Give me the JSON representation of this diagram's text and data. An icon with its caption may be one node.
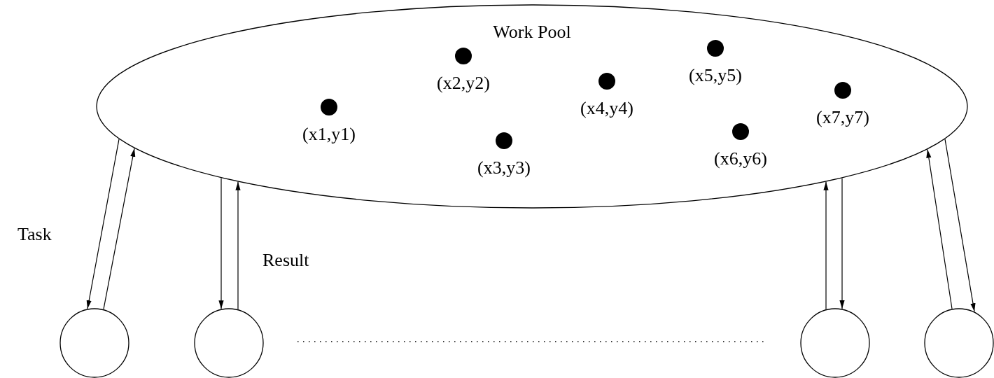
{
  "diagram": {
    "nodes": [
      {
        "text": [
          "Work Pool"
        ]
      },
      {
        "text": [
          "(x1,y1)"
        ],
        "in": 0
      },
      {
        "text": [
          "(x2,y2)"
        ],
        "in": 0
      },
      {
        "text": [
          "(x3,y3)"
        ],
        "in": 0
      },
      {
        "text": [
          "(x4,y4)"
        ],
        "in": 0
      },
      {
        "text": [
          "(x5,y5)"
        ],
        "in": 0
      },
      {
        "text": [
          "(x6,y6)"
        ],
        "in": 0
      },
      {
        "text": [
          "(x7,y7)"
        ],
        "in": 0
      },
      {
        "text": [],
        "shape": "circle"
      },
      {
        "text": [],
        "shape": "circle"
      },
      {
        "text": [],
        "shape": "circle"
      },
      {
        "text": [],
        "shape": "circle"
      }
    ],
    "edges": [
      {
        "from": 0,
        "to": 8,
        "arrow": "to"
      },
      {
        "from": 8,
        "to": 0,
        "arrow": "to"
      },
      {
        "from": 0,
        "to": 9,
        "arrow": "to"
      },
      {
        "from": 9,
        "to": 0,
        "arrow": "to"
      },
      {
        "from": 10,
        "to": 0,
        "arrow": "to"
      },
      {
        "from": 0,
        "to": 10,
        "arrow": "to"
      },
      {
        "from": 11,
        "to": 0,
        "arrow": "to"
      },
      {
        "from": 0,
        "to": 11,
        "arrow": "to"
      }
    ],
    "labels": [
      "Task",
      "Result"
    ]
  }
}
